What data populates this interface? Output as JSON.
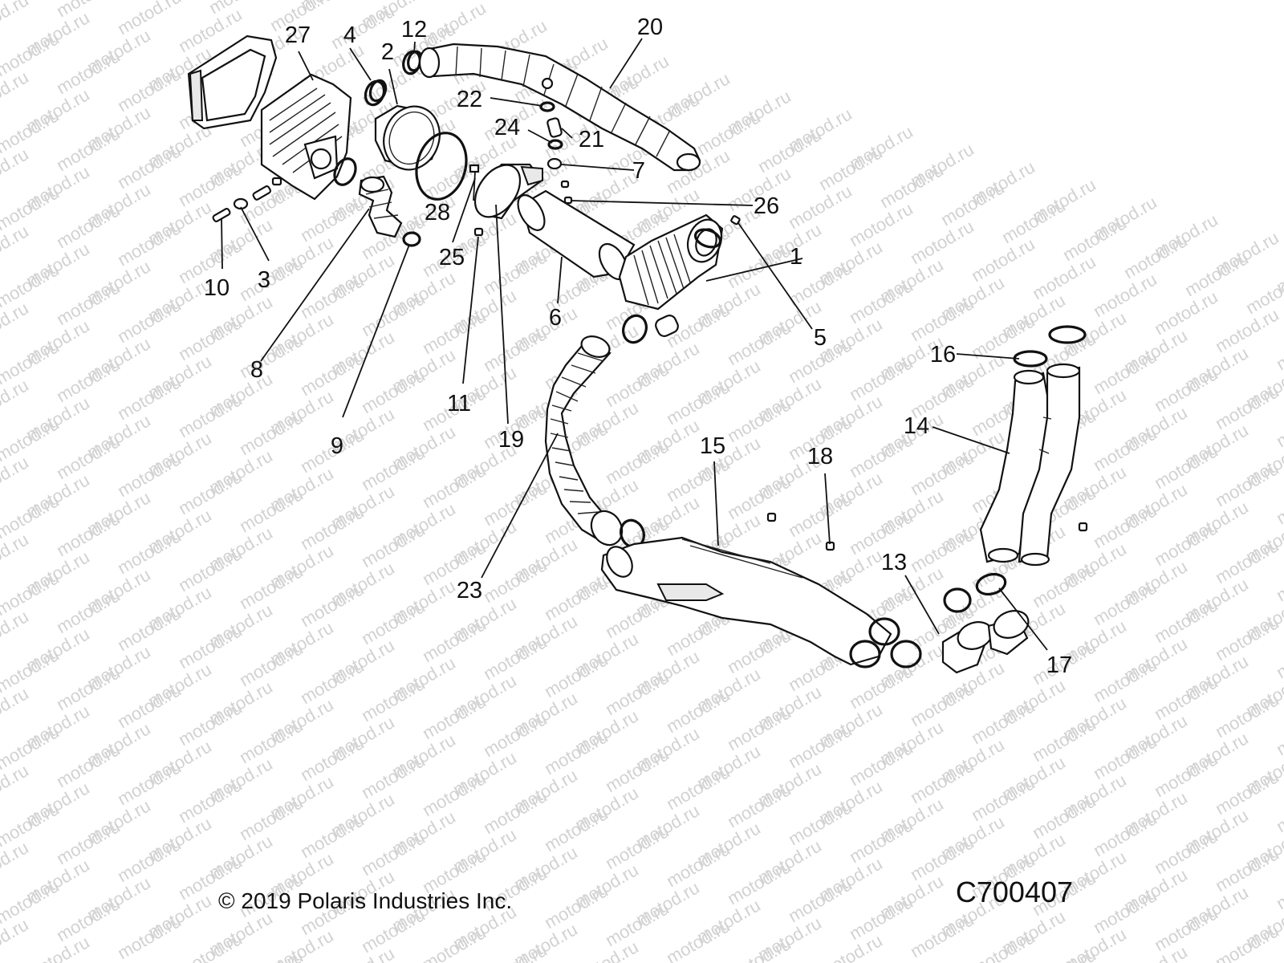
{
  "watermark": "motod.ru",
  "copyright": "© 2019 Polaris Industries Inc.",
  "code": "C700407",
  "callouts": [
    "1",
    "2",
    "3",
    "4",
    "5",
    "6",
    "7",
    "8",
    "9",
    "10",
    "11",
    "12",
    "13",
    "14",
    "15",
    "16",
    "17",
    "18",
    "19",
    "20",
    "21",
    "22",
    "23",
    "24",
    "25",
    "26",
    "27",
    "28"
  ]
}
